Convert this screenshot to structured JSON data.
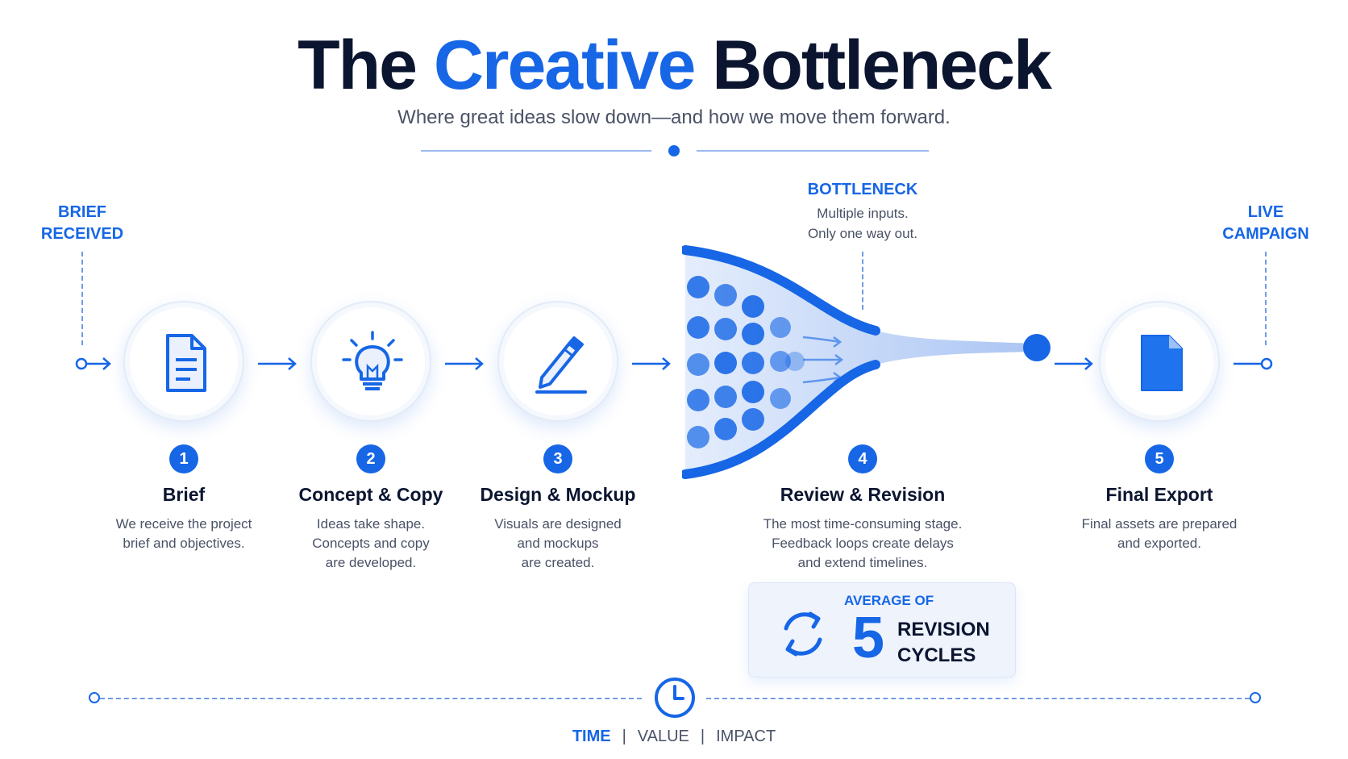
{
  "title": {
    "part1": "The",
    "accent": "Creative",
    "part2": "Bottleneck"
  },
  "subtitle": "Where great ideas slow down—and how we move them forward.",
  "start_label": [
    "BRIEF",
    "RECEIVED"
  ],
  "end_label": [
    "LIVE",
    "CAMPAIGN"
  ],
  "bottleneck": {
    "label": "BOTTLENECK",
    "line1": "Multiple inputs.",
    "line2": "Only one way out."
  },
  "steps": [
    {
      "num": "1",
      "title": "Brief",
      "icon": "document-icon",
      "desc": [
        "We receive the project",
        "brief and objectives."
      ]
    },
    {
      "num": "2",
      "title": "Concept & Copy",
      "icon": "lightbulb-icon",
      "desc": [
        "Ideas take shape.",
        "Concepts and copy",
        "are developed."
      ]
    },
    {
      "num": "3",
      "title": "Design & Mockup",
      "icon": "pencil-icon",
      "desc": [
        "Visuals are designed",
        "and mockups",
        "are created."
      ]
    },
    {
      "num": "4",
      "title": "Review & Revision",
      "icon": "funnel-icon",
      "desc": [
        "The most time-consuming stage.",
        "Feedback loops create delays",
        "and extend timelines."
      ]
    },
    {
      "num": "5",
      "title": "Final Export",
      "icon": "file-icon",
      "desc": [
        "Final assets are prepared",
        "and exported."
      ]
    }
  ],
  "stat": {
    "head": "AVERAGE OF",
    "number": "5",
    "line1": "REVISION",
    "line2": "CYCLES",
    "icon": "refresh-cycle-icon"
  },
  "footer": {
    "item1": "TIME",
    "sep": "|",
    "item2": "VALUE",
    "item3": "IMPACT",
    "icon": "clock-icon"
  },
  "colors": {
    "accent": "#1666e6",
    "dark": "#0b1530",
    "muted": "#4a5266"
  }
}
